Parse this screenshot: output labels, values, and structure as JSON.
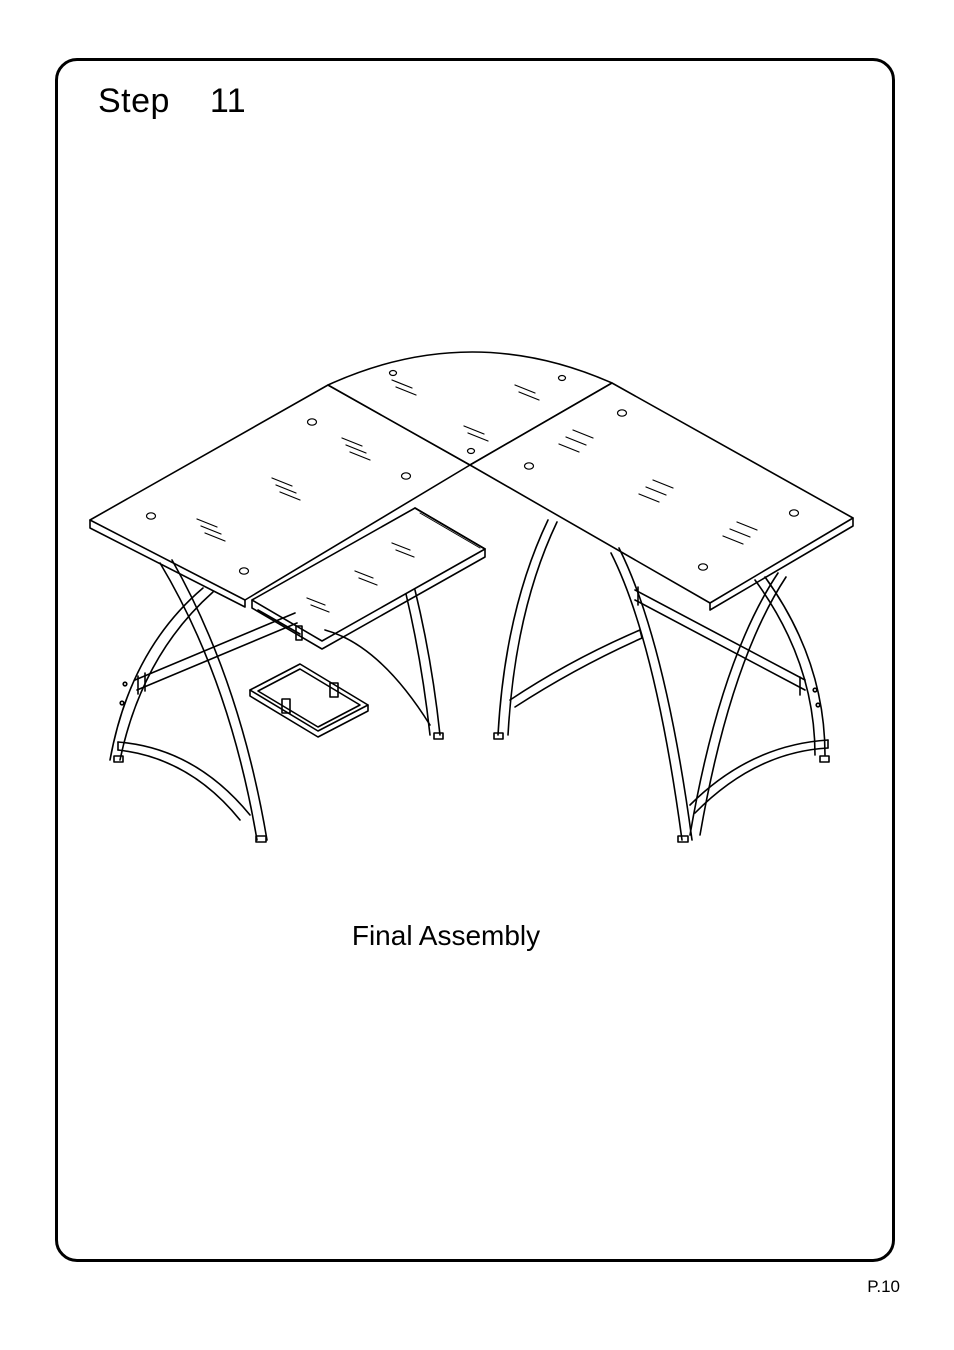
{
  "step": {
    "title": "Step  11"
  },
  "caption": "Final Assembly",
  "page_number": "P.10"
}
